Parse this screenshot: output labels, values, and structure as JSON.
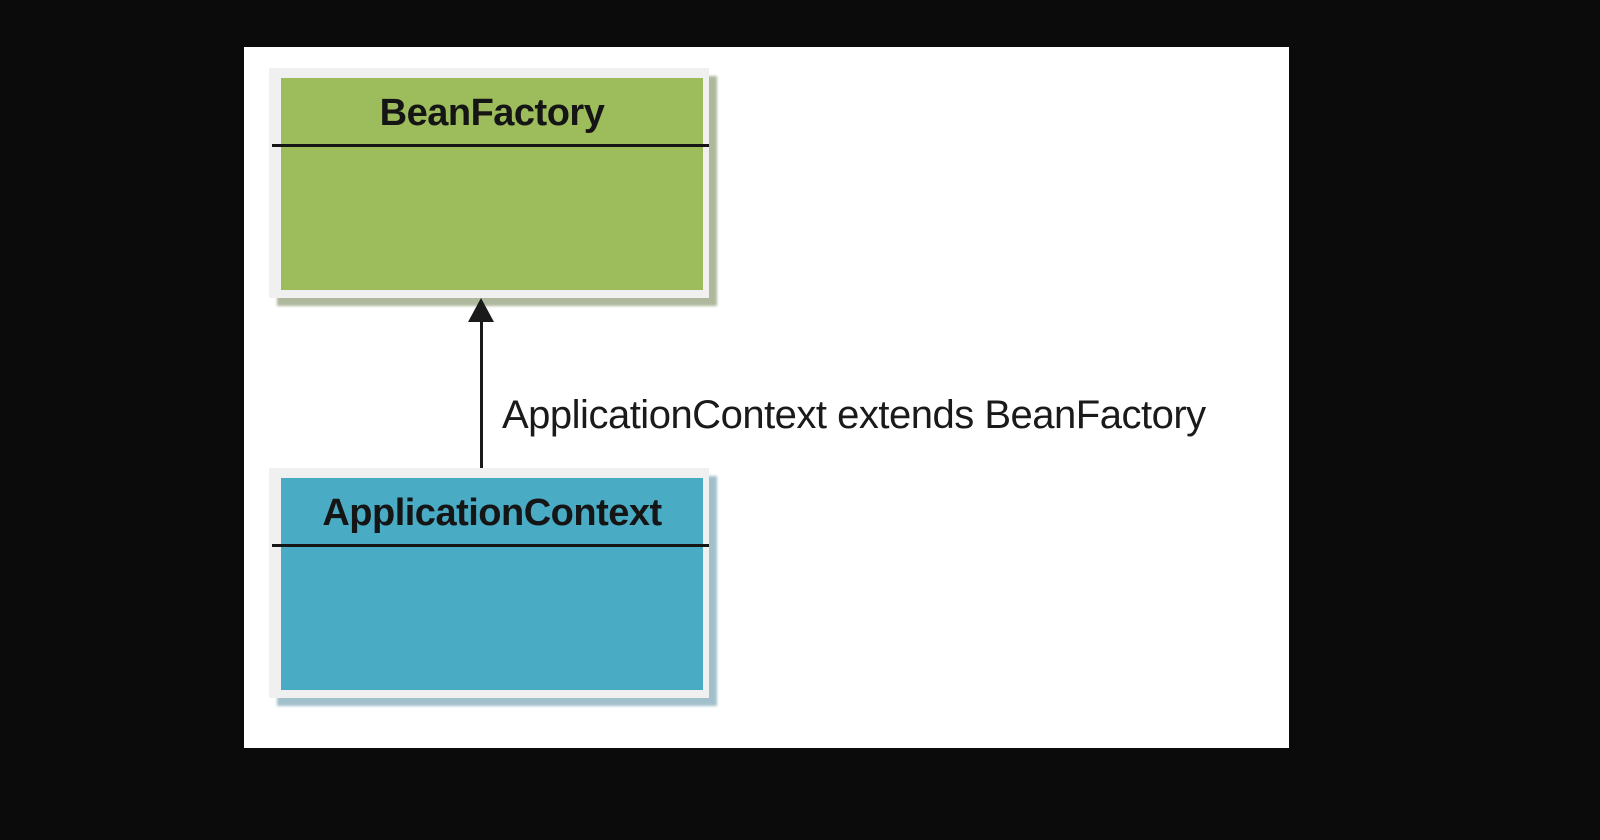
{
  "page": {
    "background_color": "#0b0b0b",
    "canvas_color": "#ffffff"
  },
  "diagram": {
    "type": "uml-class-inheritance",
    "nodes": [
      {
        "name": "BeanFactory",
        "fill": "#9dbc5b",
        "frame": "#f0f0f0",
        "shadow": "#aeb89c",
        "divider_color": "#151515",
        "text_color": "#151515"
      },
      {
        "name": "ApplicationContext",
        "fill": "#49abc4",
        "frame": "#f0f0f0",
        "shadow": "#a2c0cc",
        "divider_color": "#151515",
        "text_color": "#151515"
      }
    ],
    "edge": {
      "from": "ApplicationContext",
      "to": "BeanFactory",
      "label": "ApplicationContext extends BeanFactory",
      "color": "#1a1a1a",
      "label_color": "#1a1a1a"
    }
  }
}
